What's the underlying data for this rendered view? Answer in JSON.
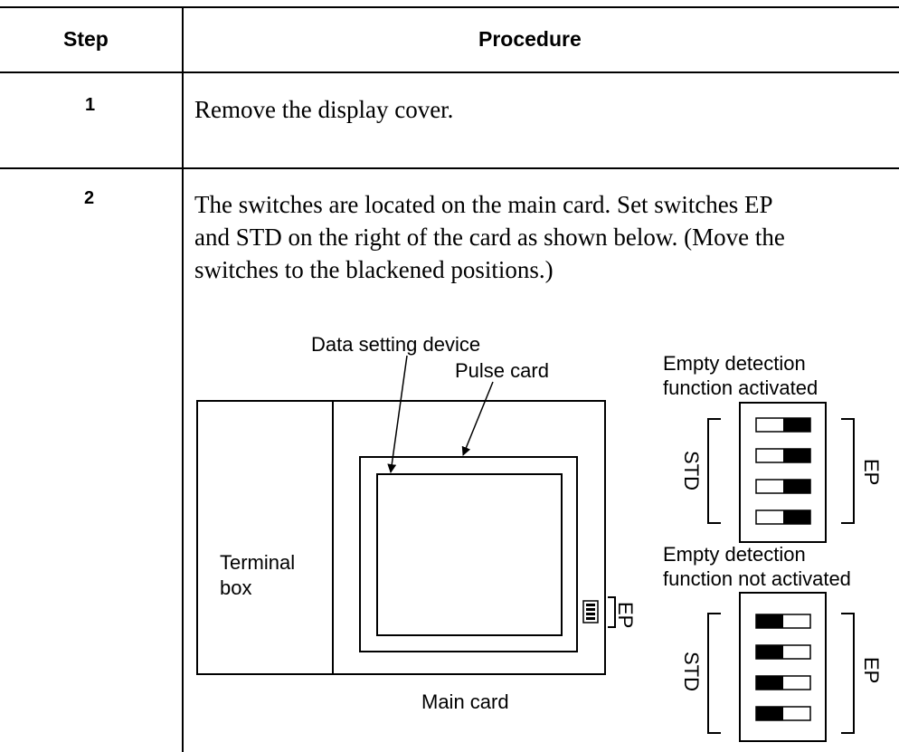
{
  "table": {
    "header": {
      "step": "Step",
      "procedure": "Procedure"
    },
    "rows": [
      {
        "step": "1",
        "text": "Remove the display cover."
      },
      {
        "step": "2",
        "text_lines": [
          "The switches are located on the main card.  Set switches EP",
          "and STD on the right of the card as shown below. (Move the",
          "switches to the blackened positions.)"
        ]
      }
    ]
  },
  "figure": {
    "data_setting_device": "Data setting device",
    "pulse_card": "Pulse card",
    "terminal_box_line1": "Terminal",
    "terminal_box_line2": "box",
    "main_card": "Main card",
    "ep_small": "EP",
    "activated_line1": "Empty detection",
    "activated_line2": "function activated",
    "not_activated_line1": "Empty detection",
    "not_activated_line2": "function not activated",
    "std": "STD",
    "ep": "EP"
  }
}
